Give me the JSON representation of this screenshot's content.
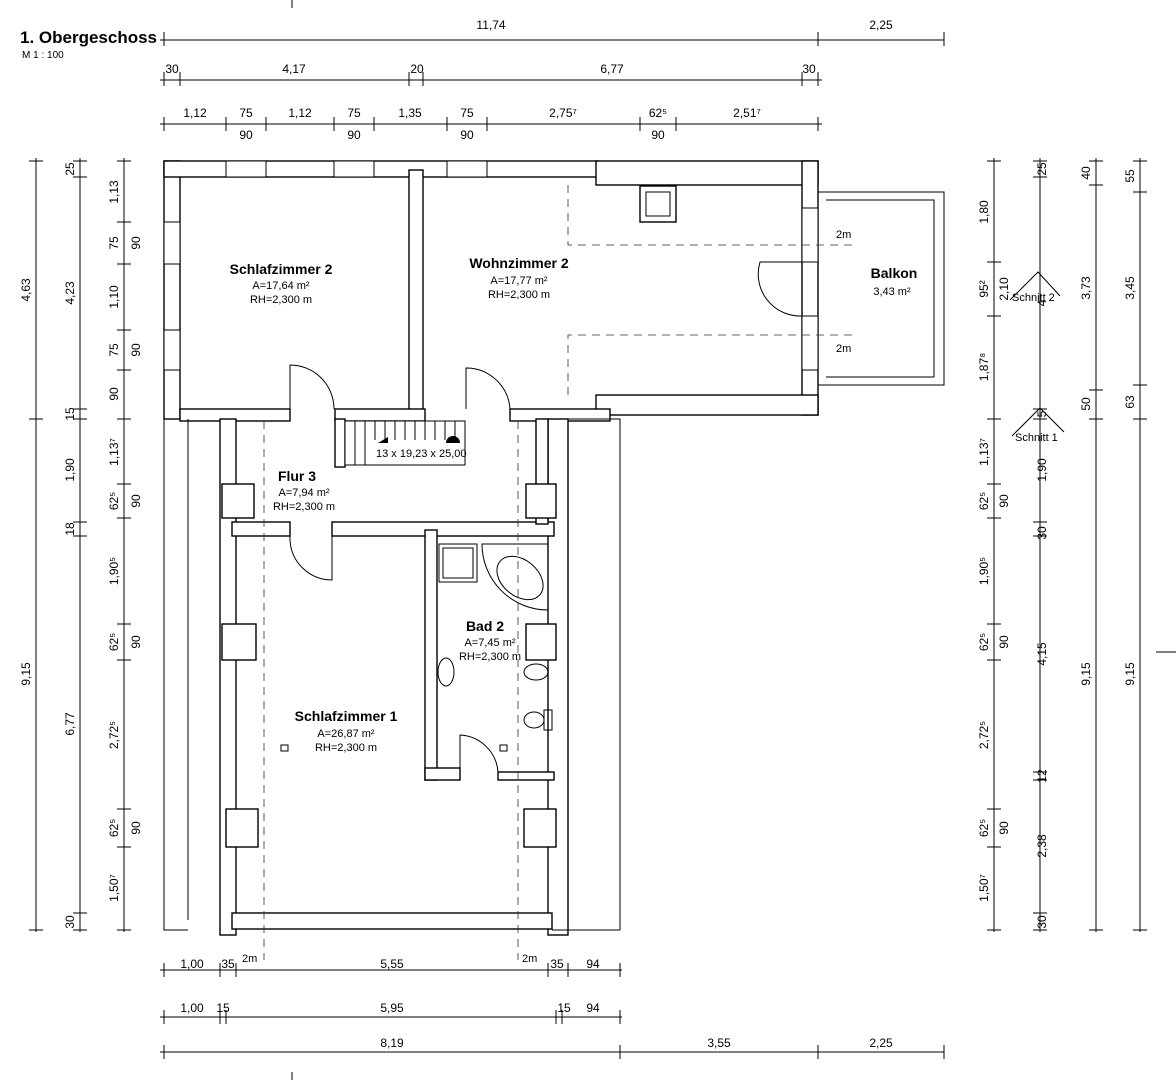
{
  "title": "1. Obergeschoss",
  "scale": "M 1 : 100",
  "rooms": {
    "schlafzimmer2": {
      "name": "Schlafzimmer 2",
      "area": "A=17,64 m²",
      "height": "RH=2,300 m"
    },
    "wohnzimmer2": {
      "name": "Wohnzimmer 2",
      "area": "A=17,77 m²",
      "height": "RH=2,300 m"
    },
    "balkon": {
      "name": "Balkon",
      "area": "3,43 m²"
    },
    "flur3": {
      "name": "Flur 3",
      "area": "A=7,94 m²",
      "height": "RH=2,300 m"
    },
    "bad2": {
      "name": "Bad 2",
      "area": "A=7,45 m²",
      "height": "RH=2,300 m"
    },
    "schlafzimmer1": {
      "name": "Schlafzimmer 1",
      "area": "A=26,87 m²",
      "height": "RH=2,300 m"
    }
  },
  "stairs": "13 x 19,23 x 25,00",
  "marks": {
    "m2": "2m",
    "schnitt1": "Schnitt 1",
    "schnitt2": "Schnitt 2"
  },
  "dims": {
    "top1": [
      "11,74",
      "2,25"
    ],
    "top2": [
      "30",
      "4,17",
      "20",
      "6,77",
      "30"
    ],
    "top3": [
      "1,12",
      "75",
      "1,12",
      "75",
      "1,35",
      "75",
      "2,75⁷",
      "62⁵",
      "2,51⁷"
    ],
    "top3b": [
      "90",
      "90",
      "90",
      "90"
    ],
    "bot1": [
      "1,00",
      "35",
      "5,55",
      "35",
      "94"
    ],
    "bot2": [
      "1,00",
      "15",
      "5,95",
      "15",
      "94"
    ],
    "bot3": [
      "8,19",
      "3,55",
      "2,25"
    ],
    "left1": [
      "4,63",
      "9,15"
    ],
    "left2": [
      "25",
      "4,23",
      "15",
      "1,90",
      "18",
      "6,77",
      "30"
    ],
    "left3": [
      "1,13",
      "75",
      "1,10",
      "75",
      "90",
      "1,13⁷",
      "62⁵",
      "1,90⁵",
      "62⁵",
      "2,72⁵",
      "62⁵",
      "1,50⁷"
    ],
    "left3b": [
      "90",
      "90",
      "90",
      "90",
      "90"
    ],
    "right1": [
      "1,80",
      "95²",
      "1,87⁸",
      "1,13⁷",
      "62⁵",
      "1,90⁵",
      "62⁵",
      "2,72⁵",
      "62⁵",
      "1,50⁷"
    ],
    "right1b": [
      "2,10",
      "90",
      "90",
      "90"
    ],
    "right2": [
      "25",
      "4",
      "5",
      "1,90",
      "30",
      "4,15",
      "12",
      "2,38",
      "30"
    ],
    "right3": [
      "40",
      "3,73",
      "50",
      "9,15"
    ],
    "right4": [
      "55",
      "3,45",
      "63",
      "9,15"
    ]
  }
}
